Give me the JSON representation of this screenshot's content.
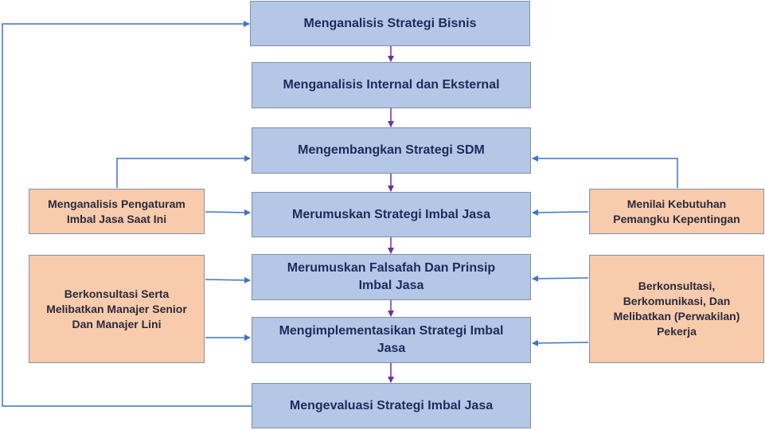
{
  "steps": [
    "Menganalisis Strategi Bisnis",
    "Menganalisis Internal dan Eksternal",
    "Mengembangkan Strategi SDM",
    "Merumuskan Strategi Imbal Jasa",
    "Merumuskan Falsafah Dan Prinsip\nImbal Jasa",
    "Mengimplementasikan  Strategi Imbal\nJasa",
    "Mengevaluasi Strategi Imbal Jasa"
  ],
  "left_inputs": [
    "Menganalisis Pengaturam\nImbal Jasa Saat Ini",
    "Berkonsultasi Serta\nMelibatkan Manajer Senior\nDan Manajer Lini"
  ],
  "right_inputs": [
    "Menilai Kebutuhan\nPemangku Kepentingan",
    "Berkonsultasi,\nBerkomunikasi, Dan\nMelibatkan (Perwakilan)\nPekerja"
  ],
  "colors": {
    "main_fill": "#b4c7e7",
    "side_fill": "#f8cbad",
    "line": "#4472c4",
    "down_arrow": "#7030a0"
  }
}
